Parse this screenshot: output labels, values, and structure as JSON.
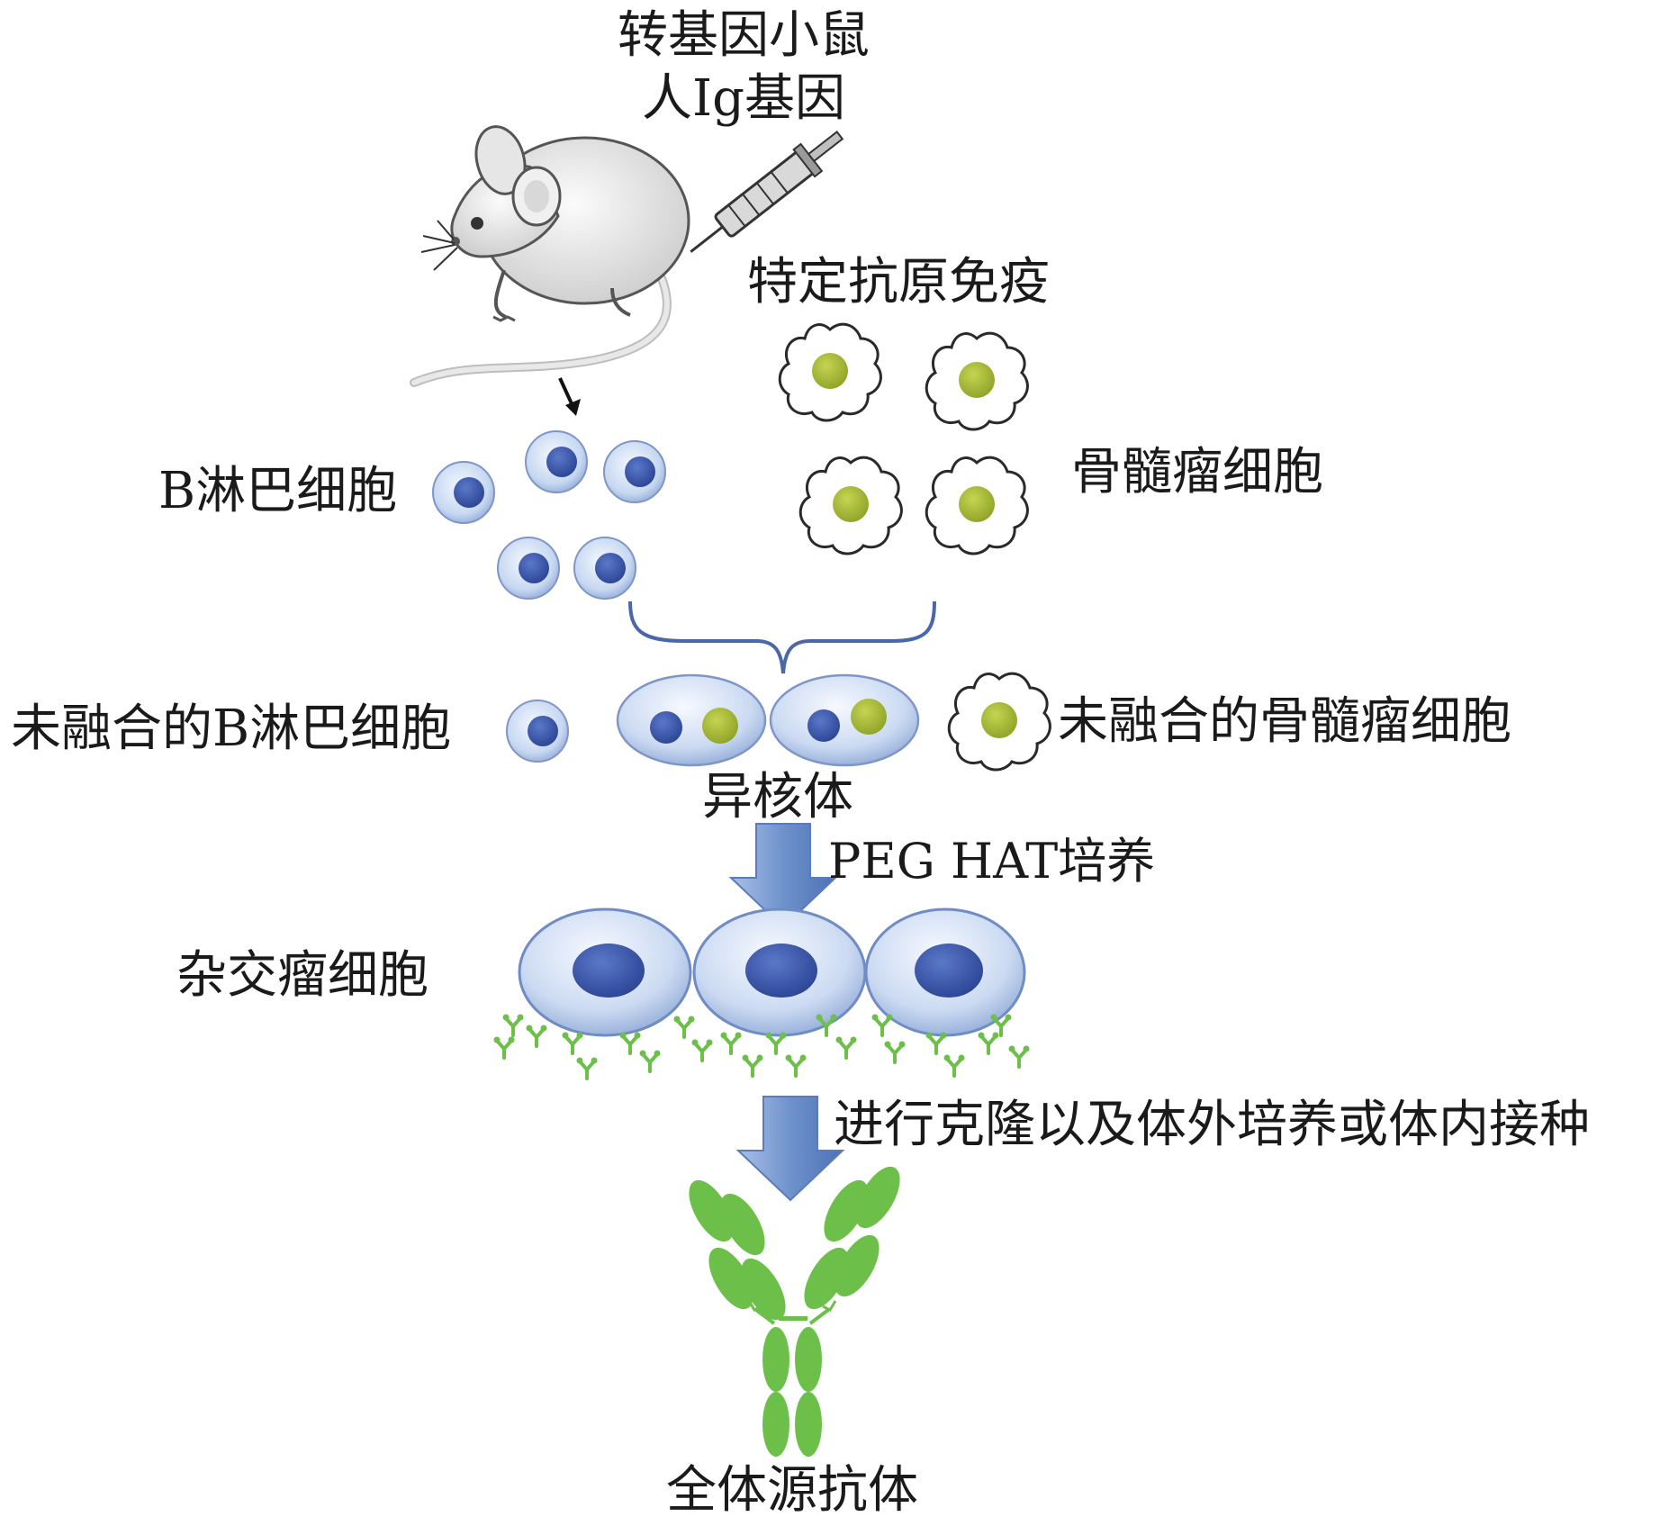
{
  "labels": {
    "transgenic_mouse": "转基因小鼠",
    "human_ig_gene": "人Ig基因",
    "antigen_immunization": "特定抗原免疫",
    "b_lymphocyte": "B淋巴细胞",
    "myeloma_cell": "骨髓瘤细胞",
    "unfused_b_lymphocyte": "未融合的B淋巴细胞",
    "unfused_myeloma_cell": "未融合的骨髓瘤细胞",
    "heterokaryon": "异核体",
    "peg_hat_culture": "PEG HAT培养",
    "hybridoma_cell": "杂交瘤细胞",
    "cloning_step": "进行克隆以及体外培养或体内接种",
    "fully_human_antibody": "全体源抗体"
  },
  "colors": {
    "b_cell_body": "#c9d9f0",
    "b_cell_nucleus": "#3b57a8",
    "myeloma_nucleus": "#9caf2e",
    "antibody_green": "#6cc04a",
    "arrow_blue": "#7e9fd2",
    "mouse_body": "#e6e6e6"
  }
}
